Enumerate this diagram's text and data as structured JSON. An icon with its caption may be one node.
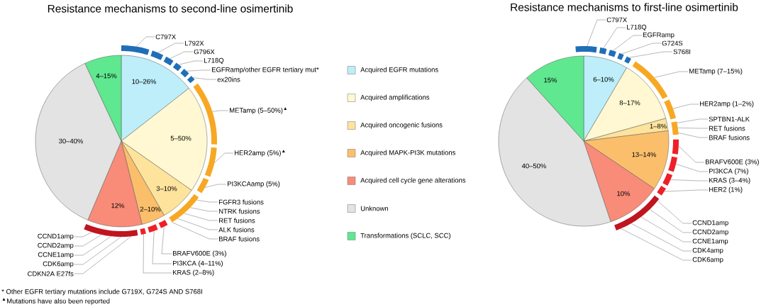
{
  "diagram": {
    "nodes": [
      {
        "text": [
          "10–26%"
        ]
      },
      {
        "text": [
          "5–50%"
        ]
      },
      {
        "text": [
          "3–10%"
        ]
      },
      {
        "text": [
          "2–10%"
        ]
      },
      {
        "text": [
          "12%"
        ]
      },
      {
        "text": [
          "30–40%"
        ]
      },
      {
        "text": [
          "4–15%"
        ]
      },
      {
        "text": [
          "C797X"
        ]
      },
      {
        "text": [
          "L792X"
        ]
      },
      {
        "text": [
          "G796X"
        ]
      },
      {
        "text": [
          "L718Q"
        ]
      },
      {
        "text": [
          "EGFRamp/other EGFR tertiary mut*"
        ]
      },
      {
        "text": [
          "ex20ins"
        ]
      },
      {
        "text": [
          "METamp (5–50%)$^{▲}$"
        ]
      },
      {
        "text": [
          "HER2amp (5%)$^{▲}$"
        ]
      },
      {
        "text": [
          "PI3KCAamp (5%)"
        ]
      },
      {
        "text": [
          "FGFR3 fusions"
        ]
      },
      {
        "text": [
          "NTRK fusions"
        ]
      },
      {
        "text": [
          "RET fusions"
        ]
      },
      {
        "text": [
          "ALK fusions"
        ]
      },
      {
        "text": [
          "BRAF fusions"
        ]
      },
      {
        "text": [
          "BRAFV600E (3%)"
        ]
      },
      {
        "text": [
          "PI3KCA (4–11%)"
        ]
      },
      {
        "text": [
          "KRAS (2–8%)"
        ]
      },
      {
        "text": [
          "CCND1amp"
        ]
      },
      {
        "text": [
          "CCND2amp"
        ]
      },
      {
        "text": [
          "CCNE1amp"
        ]
      },
      {
        "text": [
          "CDK6amp"
        ]
      },
      {
        "text": [
          "CDKN2A E27fs"
        ]
      },
      {
        "text": [
          "6–10%"
        ]
      },
      {
        "text": [
          "8–17%"
        ]
      },
      {
        "text": [
          "1–8%"
        ]
      },
      {
        "text": [
          "13–14%"
        ]
      },
      {
        "text": [
          "10%"
        ]
      },
      {
        "text": [
          "40–50%"
        ]
      },
      {
        "text": [
          "15%"
        ]
      },
      {
        "text": [
          "C797X"
        ]
      },
      {
        "text": [
          "L718Q"
        ]
      },
      {
        "text": [
          "EGFRamp"
        ]
      },
      {
        "text": [
          "G724S"
        ]
      },
      {
        "text": [
          "S768I"
        ]
      },
      {
        "text": [
          "METamp (7–15%)"
        ]
      },
      {
        "text": [
          "HER2amp (1–2%)"
        ]
      },
      {
        "text": [
          "SPTBN1-ALK"
        ]
      },
      {
        "text": [
          "RET fusions"
        ]
      },
      {
        "text": [
          "BRAF fusions"
        ]
      },
      {
        "text": [
          "BRAFV600E (3%)"
        ]
      },
      {
        "text": [
          "PI3KCA (7%)"
        ]
      },
      {
        "text": [
          "KRAS (3–4%)"
        ]
      },
      {
        "text": [
          "HER2 (1%)"
        ]
      },
      {
        "text": [
          "CCND1amp"
        ]
      },
      {
        "text": [
          "CCND2amp"
        ]
      },
      {
        "text": [
          "CCNE1amp"
        ]
      },
      {
        "text": [
          "CDK4amp"
        ]
      },
      {
        "text": [
          "CDK6amp"
        ]
      },
      {
        "text": [],
        "shape": "bar"
      },
      {
        "text": [],
        "shape": "bar"
      },
      {
        "text": [],
        "shape": "bar"
      },
      {
        "text": [],
        "shape": "bar"
      },
      {
        "text": [],
        "shape": "bar"
      },
      {
        "text": [],
        "shape": "bar"
      },
      {
        "text": [],
        "shape": "bar"
      },
      {
        "text": [],
        "shape": "bar"
      },
      {
        "text": [],
        "shape": "bar"
      },
      {
        "text": [],
        "shape": "bar"
      },
      {
        "text": [],
        "shape": "bar"
      },
      {
        "text": [],
        "shape": "bar"
      },
      {
        "text": [],
        "shape": "bar"
      },
      {
        "text": [],
        "shape": "bar"
      },
      {
        "text": [],
        "shape": "bar"
      },
      {
        "text": [],
        "shape": "bar"
      },
      {
        "text": [],
        "shape": "bar"
      },
      {
        "text": [],
        "shape": "bar"
      },
      {
        "text": [],
        "shape": "bar"
      },
      {
        "text": [],
        "shape": "bar"
      },
      {
        "text": [],
        "shape": "bar"
      },
      {
        "text": [],
        "shape": "bar"
      },
      {
        "text": [],
        "shape": "bar"
      },
      {
        "text": [],
        "shape": "bar"
      },
      {
        "text": [],
        "shape": "bar"
      },
      {
        "text": [],
        "shape": "bar"
      },
      {
        "text": [],
        "shape": "bar"
      }
    ],
    "edges": [
      {
        "from": 7,
        "to": 55,
        "arrow": "none"
      },
      {
        "from": 8,
        "to": 56,
        "arrow": "none"
      },
      {
        "from": 9,
        "to": 57,
        "arrow": "none"
      },
      {
        "from": 10,
        "to": 58,
        "arrow": "none"
      },
      {
        "from": 11,
        "to": 59,
        "arrow": "none"
      },
      {
        "from": 12,
        "to": 60,
        "arrow": "none"
      },
      {
        "from": 13,
        "to": 61,
        "arrow": "none"
      },
      {
        "from": 14,
        "to": 62,
        "arrow": "none"
      },
      {
        "from": 15,
        "to": 63,
        "arrow": "none"
      },
      {
        "from": 16,
        "to": 64,
        "arrow": "none"
      },
      {
        "from": 17,
        "to": 64,
        "arrow": "none"
      },
      {
        "from": 18,
        "to": 64,
        "arrow": "none"
      },
      {
        "from": 19,
        "to": 64,
        "arrow": "none"
      },
      {
        "from": 20,
        "to": 64,
        "arrow": "none"
      },
      {
        "from": 21,
        "to": 65,
        "arrow": "none"
      },
      {
        "from": 22,
        "to": 66,
        "arrow": "none"
      },
      {
        "from": 23,
        "to": 67,
        "arrow": "none"
      },
      {
        "from": 24,
        "to": 68,
        "arrow": "none"
      },
      {
        "from": 25,
        "to": 68,
        "arrow": "none"
      },
      {
        "from": 26,
        "to": 68,
        "arrow": "none"
      },
      {
        "from": 27,
        "to": 68,
        "arrow": "none"
      },
      {
        "from": 28,
        "to": 68,
        "arrow": "none"
      },
      {
        "from": 36,
        "to": 69,
        "arrow": "none"
      },
      {
        "from": 37,
        "to": 70,
        "arrow": "none"
      },
      {
        "from": 38,
        "to": 71,
        "arrow": "none"
      },
      {
        "from": 39,
        "to": 72,
        "arrow": "none"
      },
      {
        "from": 40,
        "to": 73,
        "arrow": "none"
      },
      {
        "from": 41,
        "to": 74,
        "arrow": "none"
      },
      {
        "from": 42,
        "to": 75,
        "arrow": "none"
      },
      {
        "from": 43,
        "to": 76,
        "arrow": "none"
      },
      {
        "from": 44,
        "to": 76,
        "arrow": "none"
      },
      {
        "from": 45,
        "to": 76,
        "arrow": "none"
      },
      {
        "from": 46,
        "to": 77,
        "arrow": "none"
      },
      {
        "from": 47,
        "to": 78,
        "arrow": "none"
      },
      {
        "from": 48,
        "to": 79,
        "arrow": "none"
      },
      {
        "from": 49,
        "to": 80,
        "arrow": "none"
      },
      {
        "from": 50,
        "to": 81,
        "arrow": "none"
      },
      {
        "from": 51,
        "to": 81,
        "arrow": "none"
      },
      {
        "from": 52,
        "to": 81,
        "arrow": "none"
      },
      {
        "from": 53,
        "to": 81,
        "arrow": "none"
      },
      {
        "from": 54,
        "to": 81,
        "arrow": "none"
      }
    ],
    "labels": [
      "Resistance mechanisms to second-line osimertinib",
      "Resistance mechanisms to first-line osimertinib",
      "* Other EGFR tertiary mutations include G719X, G724S AND S768I",
      "$^{▲}$Mutations have also been reported"
    ],
    "legend": [
      {
        "text": "Acquired EGFR mutations",
        "color": "#bdeefa"
      },
      {
        "text": "Acquired amplifications",
        "color": "#fff8d2"
      },
      {
        "text": "Acquired oncogenic fusions",
        "color": "#fde39c"
      },
      {
        "text": "Acquired MAPK-PI3K mutations",
        "color": "#fbbf6c"
      },
      {
        "text": "Acquired cell cycle gene alterations",
        "color": "#f98b79"
      },
      {
        "text": "Unknown",
        "color": "#e3e3e3"
      },
      {
        "text": "Transformations (SCLC, SCC)",
        "color": "#5fe890"
      }
    ]
  }
}
